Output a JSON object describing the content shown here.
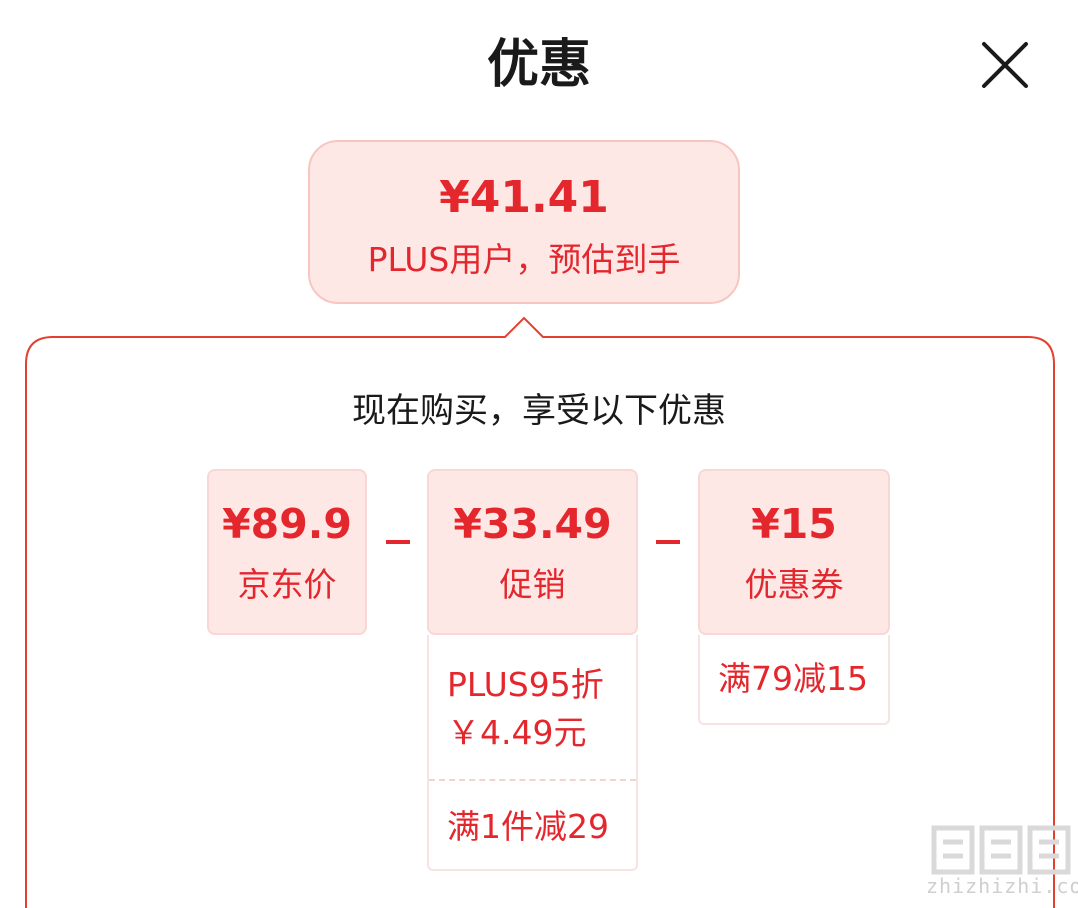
{
  "sheet": {
    "title": "优惠"
  },
  "estimate": {
    "price": "¥41.41",
    "label": "PLUS用户，预估到手"
  },
  "panel": {
    "intro": "现在购买，享受以下优惠",
    "base": {
      "amount": "¥89.9",
      "label": "京东价"
    },
    "promotion": {
      "amount": "¥33.49",
      "label": "促销",
      "details": [
        "PLUS95折",
        "￥4.49元",
        "满1件减29"
      ]
    },
    "coupon": {
      "amount": "¥15",
      "label": "优惠券",
      "details": [
        "满79减15"
      ]
    }
  },
  "colors": {
    "accent": "#e4262d",
    "chip_bg": "#fde8e6",
    "border": "#e4402e"
  },
  "watermark": {
    "site": "zhizhizhi.com",
    "mark": "值值值"
  }
}
